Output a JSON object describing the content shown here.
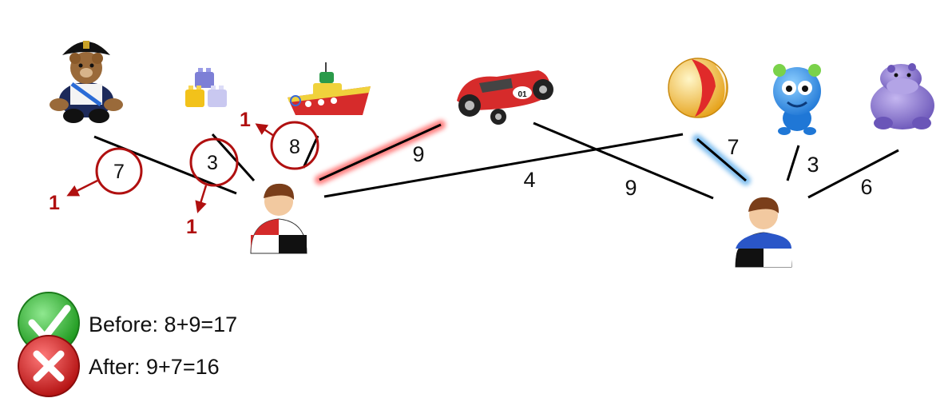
{
  "toys": [
    {
      "id": "teddy",
      "icon": "teddy-bear-icon"
    },
    {
      "id": "blocks",
      "icon": "toy-blocks-icon"
    },
    {
      "id": "boat",
      "icon": "toy-boat-icon"
    },
    {
      "id": "car",
      "icon": "race-car-icon"
    },
    {
      "id": "ball",
      "icon": "beach-ball-icon"
    },
    {
      "id": "monster",
      "icon": "blue-monster-toy-icon"
    },
    {
      "id": "hippo",
      "icon": "purple-hippo-icon"
    }
  ],
  "people": [
    {
      "id": "left",
      "icon": "person-red-shirt-icon",
      "shirt_color": "#d42a2a"
    },
    {
      "id": "right",
      "icon": "person-blue-shirt-icon",
      "shirt_color": "#2a56c8"
    }
  ],
  "edges": [
    {
      "from": "teddy",
      "to": "left",
      "weight": "7",
      "style": "circled",
      "delta": "1"
    },
    {
      "from": "blocks",
      "to": "left",
      "weight": "3",
      "style": "circled",
      "delta": "1"
    },
    {
      "from": "boat",
      "to": "left",
      "weight": "8",
      "style": "circled",
      "delta": "1"
    },
    {
      "from": "car",
      "to": "left",
      "weight": "9",
      "style": "highlight-red"
    },
    {
      "from": "ball",
      "to": "left",
      "weight": "4",
      "style": "plain"
    },
    {
      "from": "car",
      "to": "right",
      "weight": "9",
      "style": "plain"
    },
    {
      "from": "ball",
      "to": "right",
      "weight": "7",
      "style": "highlight-blue"
    },
    {
      "from": "monster",
      "to": "right",
      "weight": "3",
      "style": "plain"
    },
    {
      "from": "hippo",
      "to": "right",
      "weight": "6",
      "style": "plain"
    }
  ],
  "legend": {
    "before": {
      "text": "Before: 8+9=17",
      "icon": "check-icon",
      "color": "#2fb52f"
    },
    "after": {
      "text": "After: 9+7=16",
      "icon": "cross-icon",
      "color": "#d62020"
    }
  },
  "colors": {
    "circle": "#b01010",
    "red_glow": "#ff3b3b",
    "blue_glow": "#4aa3e8"
  }
}
